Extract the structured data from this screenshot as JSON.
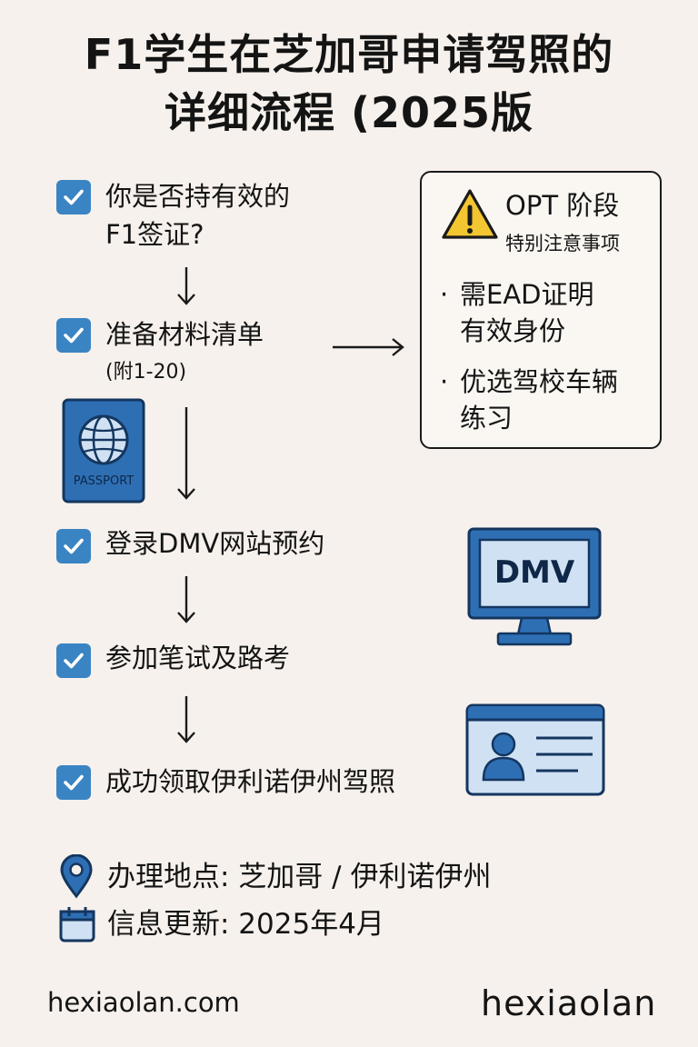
{
  "title": {
    "line1": "F1学生在芝加哥申请驾照的",
    "line2": "详细流程 (2025版"
  },
  "steps": [
    {
      "line1": "你是否持有效的",
      "line2": "F1签证?"
    },
    {
      "line1": "准备材料清单",
      "sub": "(附1-20)"
    },
    {
      "line1": "登录DMV网站预约"
    },
    {
      "line1": "参加笔试及路考"
    },
    {
      "line1": "成功领取伊利诺伊州驾照"
    }
  ],
  "notice": {
    "heading": "OPT 阶段",
    "subheading": "特别注意事项",
    "items": [
      {
        "bullet": "·",
        "line1": "需EAD证明",
        "line2": "有效身份"
      },
      {
        "bullet": "·",
        "line1": "优选驾校车辆",
        "line2": "练习"
      }
    ]
  },
  "passport": {
    "label": "PASSPORT"
  },
  "monitor": {
    "label": "DMV"
  },
  "info": {
    "location": "办理地点: 芝加哥 / 伊利诺伊州",
    "update": "信息更新: 2025年4月"
  },
  "footer": {
    "site": "hexiaolan.com",
    "brand": "hexiaolan"
  },
  "colors": {
    "background": "#f6f1ec",
    "accent_blue": "#3a84c3",
    "dark_blue": "#1d4f8f",
    "warning_yellow": "#f3c631"
  }
}
